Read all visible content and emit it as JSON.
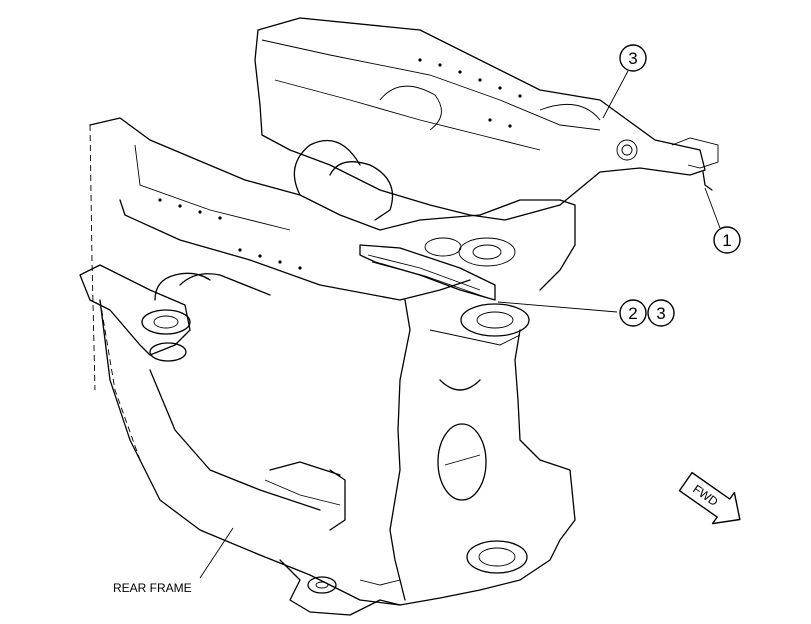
{
  "callouts": {
    "c1": "1",
    "c2": "2",
    "c3_pair": "3",
    "c3_top": "3"
  },
  "labels": {
    "part_label": "REAR FRAME",
    "direction_label": "FWD"
  }
}
